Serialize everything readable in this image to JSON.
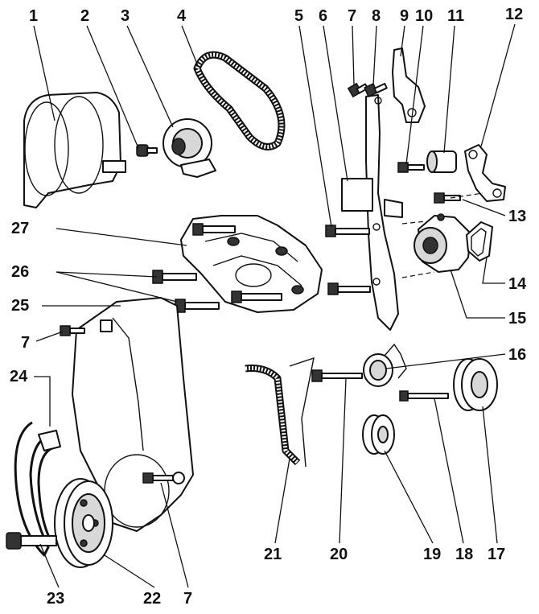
{
  "labels": {
    "l1": "1",
    "l2": "2",
    "l3": "3",
    "l4": "4",
    "l5": "5",
    "l6": "6",
    "l7a": "7",
    "l8": "8",
    "l9": "9",
    "l10": "10",
    "l11": "11",
    "l12": "12",
    "l13": "13",
    "l14": "14",
    "l15": "15",
    "l16": "16",
    "l17": "17",
    "l18": "18",
    "l19": "19",
    "l20": "20",
    "l21": "21",
    "l22": "22",
    "l23": "23",
    "l24": "24",
    "l25": "25",
    "l26": "26",
    "l27": "27",
    "l7b": "7",
    "l7c": "7"
  }
}
